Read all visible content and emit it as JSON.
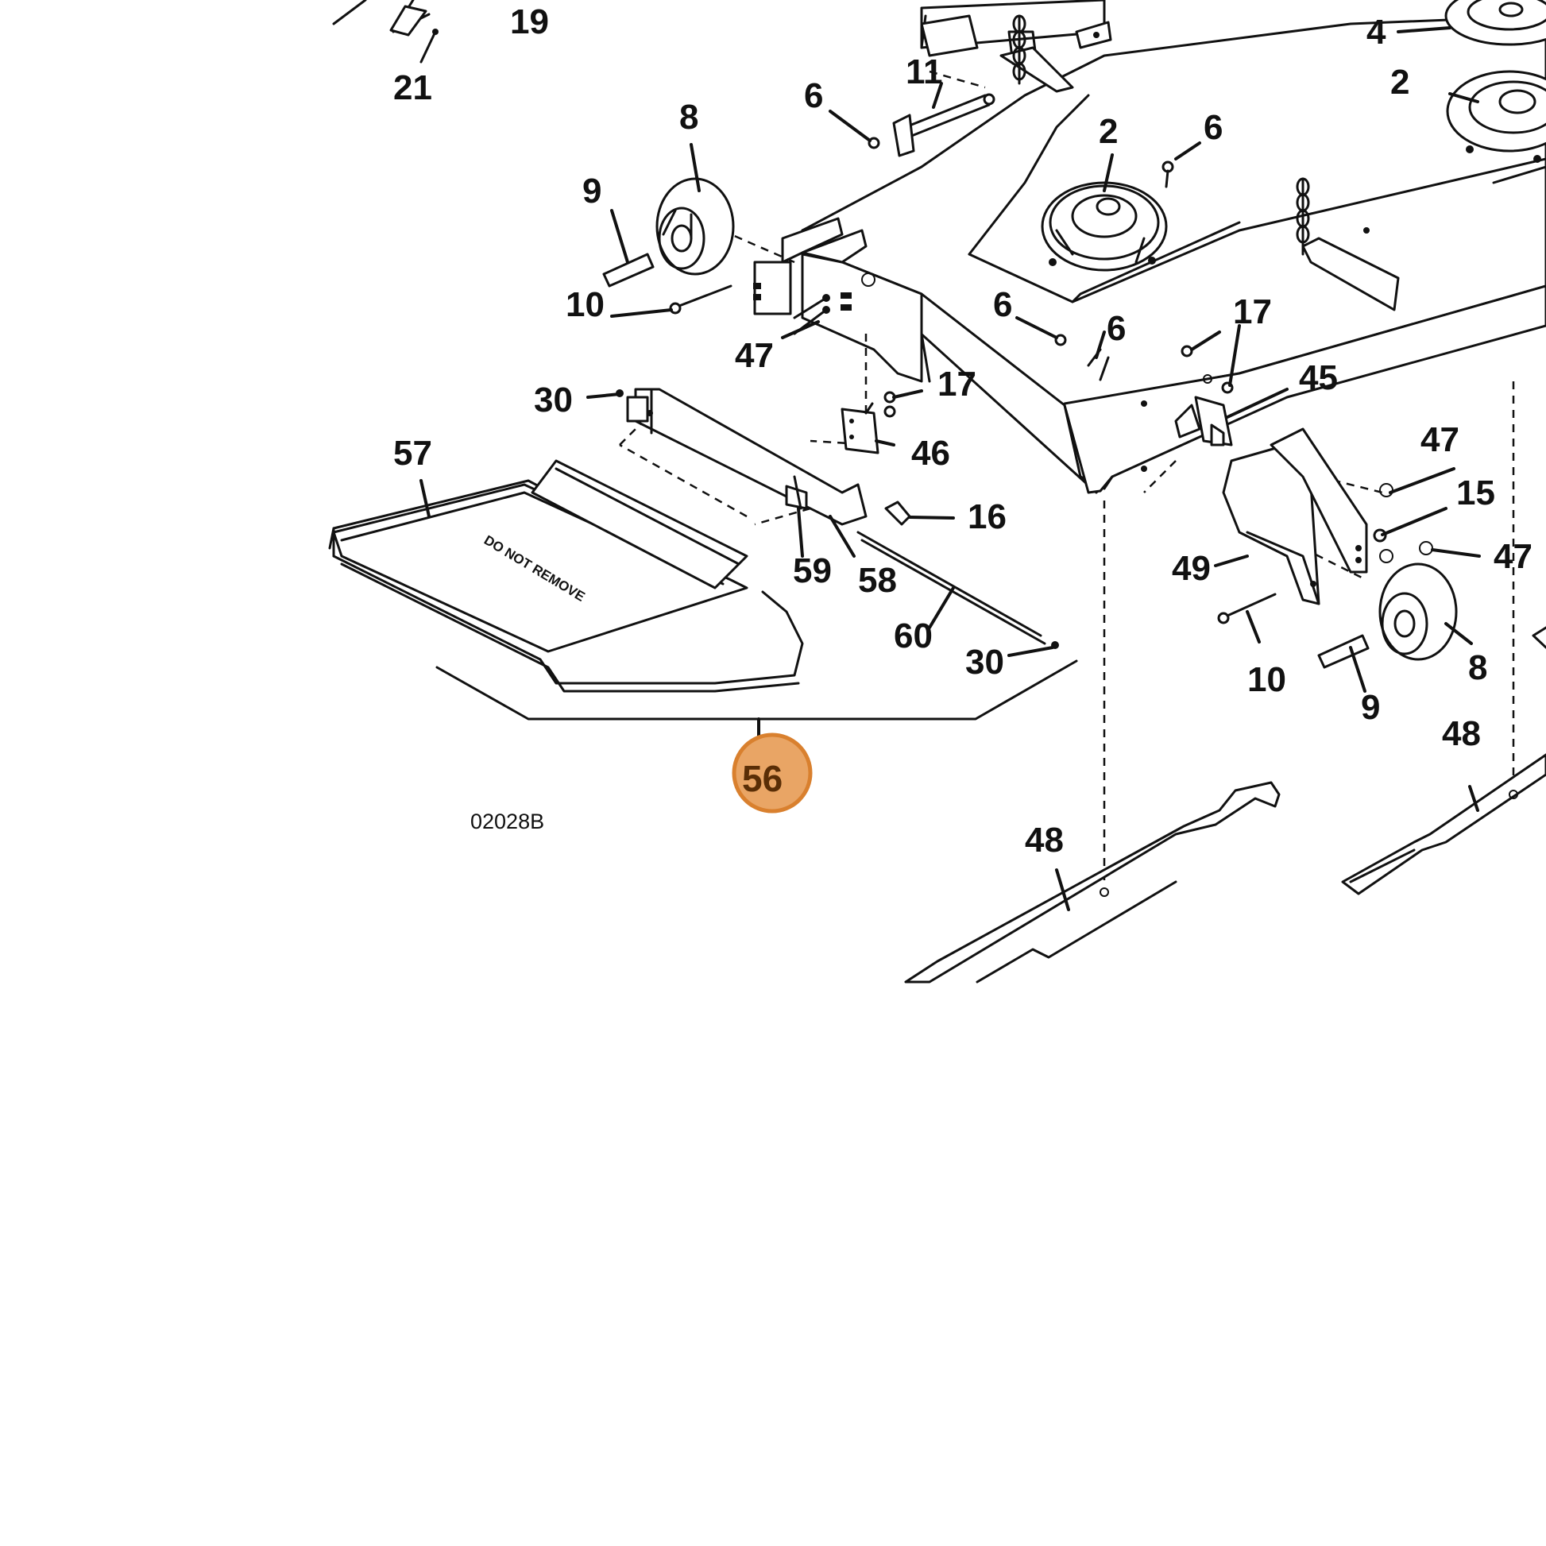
{
  "diagram": {
    "drawing_number": "02028B",
    "decal_text": "DO NOT REMOVE",
    "highlight_color": "#e9a565",
    "highlight_stroke": "#d9802e",
    "callouts": {
      "c19": "19",
      "c21": "21",
      "c11": "11",
      "c4": "4",
      "c2a": "2",
      "c2b": "2",
      "c6a": "6",
      "c6b": "6",
      "c6c": "6",
      "c6d": "6",
      "c8a": "8",
      "c8b": "8",
      "c9a": "9",
      "c9b": "9",
      "c10a": "10",
      "c10b": "10",
      "c47a": "47",
      "c47b": "47",
      "c47c": "47",
      "c17a": "17",
      "c17b": "17",
      "c45": "45",
      "c46": "46",
      "c30a": "30",
      "c30b": "30",
      "c57": "57",
      "c16": "16",
      "c15": "15",
      "c49": "49",
      "c59": "59",
      "c58": "58",
      "c60": "60",
      "c48a": "48",
      "c48b": "48",
      "c56": "56"
    }
  }
}
